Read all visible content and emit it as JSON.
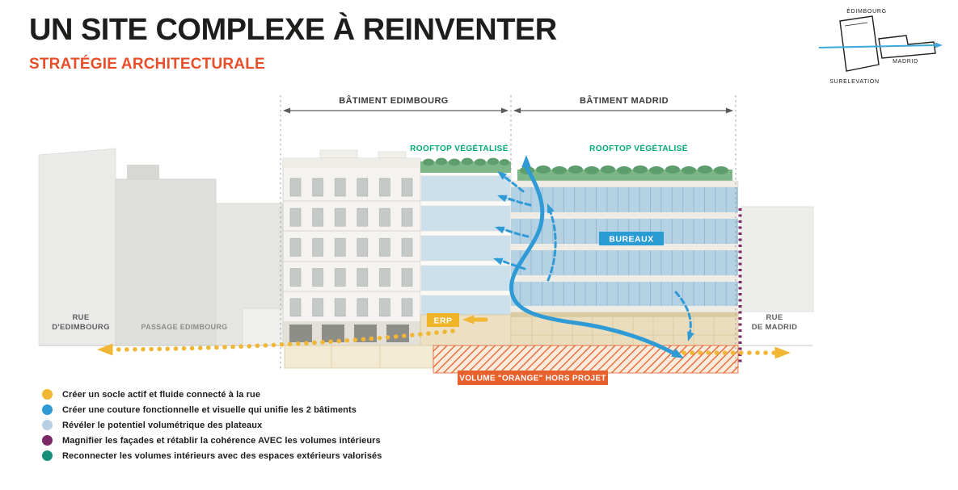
{
  "header": {
    "title": "UN SITE COMPLEXE À REINVENTER",
    "subtitle": "STRATÉGIE ARCHITECTURALE"
  },
  "logo": {
    "edimbourg": "ÉDIMBOURG",
    "madrid": "MADRID",
    "surelevation": "SURELEVATION"
  },
  "diagram": {
    "dimensions": {
      "left": "BÂTIMENT EDIMBOURG",
      "right": "BÂTIMENT MADRID"
    },
    "labels": {
      "rooftop_left": "ROOFTOP VÉGÉTALISÉ",
      "rooftop_right": "ROOFTOP VÉGÉTALISÉ",
      "bureaux": "BUREAUX",
      "erp": "ERP",
      "rue_edimbourg_line1": "RUE",
      "rue_edimbourg_line2": "D'EDIMBOURG",
      "passage": "PASSAGE EDIMBOURG",
      "rue_madrid_line1": "RUE",
      "rue_madrid_line2": "DE MADRID",
      "volume_orange": "VOLUME \"ORANGE\" HORS PROJET"
    }
  },
  "legend": {
    "items": [
      {
        "color": "#F2B635",
        "label": "Créer un socle actif et fluide connecté à la rue"
      },
      {
        "color": "#2E9BD6",
        "label": "Créer une couture fonctionnelle et visuelle qui unifie les 2 bâtiments"
      },
      {
        "color": "#B9CFE6",
        "label": "Révéler le potentiel volumétrique des plateaux"
      },
      {
        "color": "#7B2A66",
        "label": "Magnifier les façades et rétablir la cohérence AVEC les volumes intérieurs"
      },
      {
        "color": "#17907B",
        "label": "Reconnecter les volumes intérieurs avec des espaces extérieurs valorisés"
      }
    ]
  },
  "colors": {
    "subtitle": "#E94E2A",
    "rooftop_text": "#00A878",
    "bureaux_badge": "#2A9CD4",
    "erp_badge": "#F0B429",
    "volume_badge": "#E8602C",
    "flow_blue": "#2E9BD6",
    "street_yellow": "#F2B635",
    "facade_purple": "#7B2A66"
  }
}
